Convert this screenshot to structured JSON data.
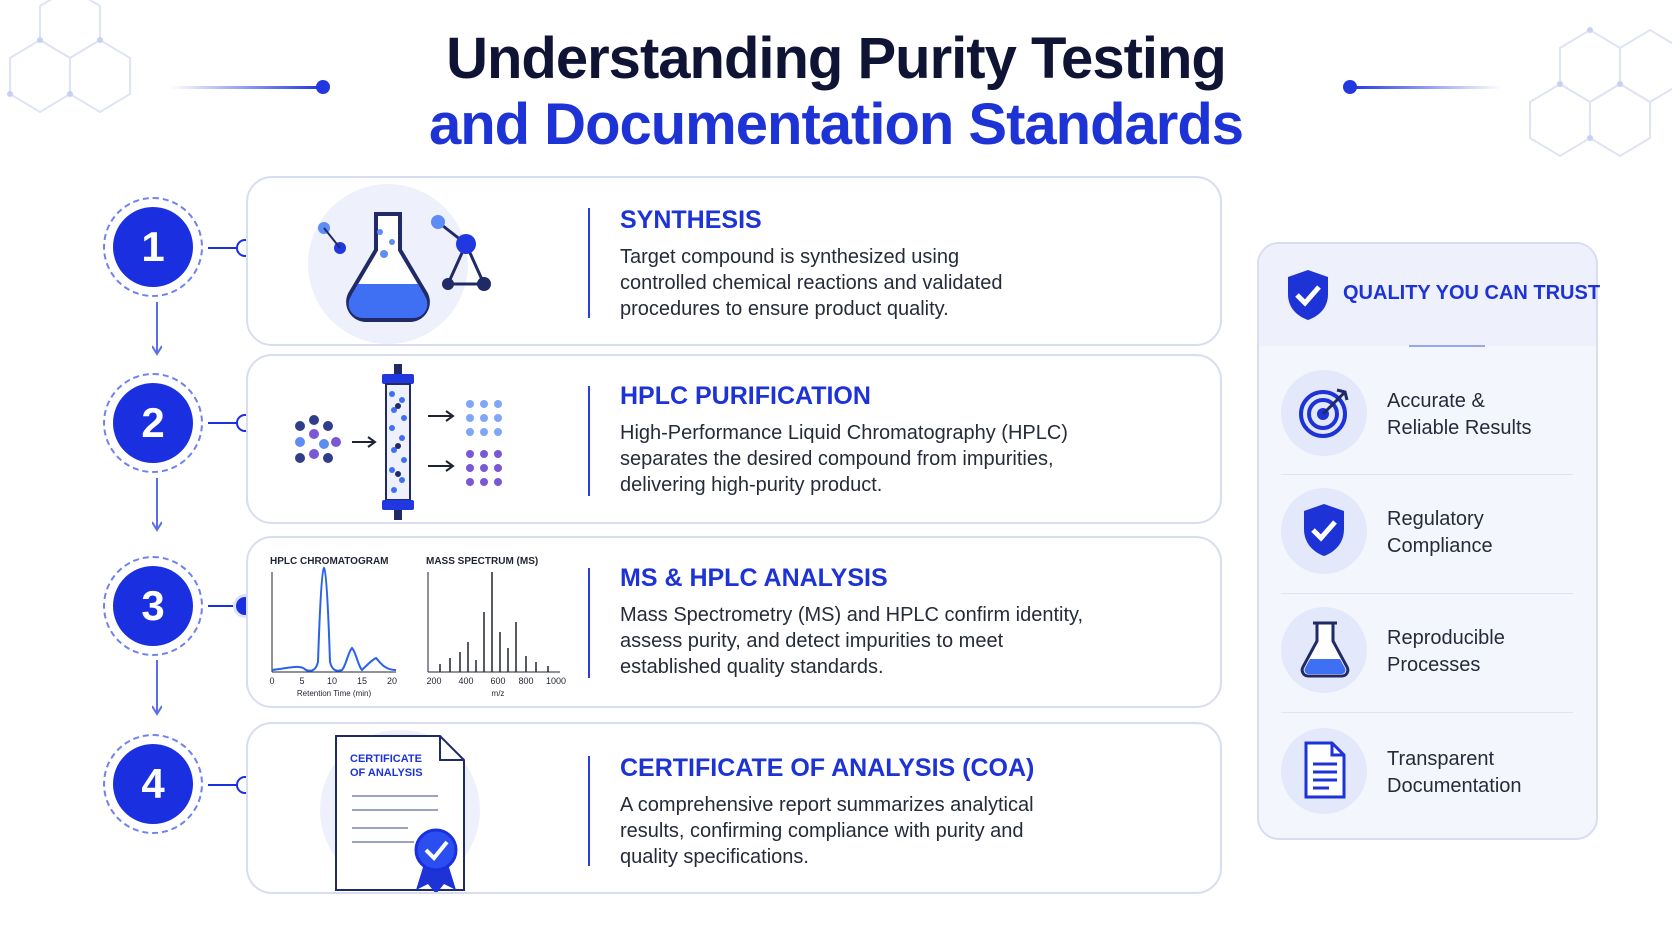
{
  "title": {
    "line1": "Understanding Purity Testing",
    "line2": "and Documentation Standards"
  },
  "colors": {
    "accent": "#1d33d6",
    "dark": "#0f1435",
    "card_border": "#d8ddf2",
    "panel_bg": "#f4f6fd"
  },
  "steps": [
    {
      "number": "1",
      "heading": "SYNTHESIS",
      "description": "Target compound is synthesized using controlled chemical reactions and validated procedures to ensure product quality.",
      "icon": "flask-molecule-icon"
    },
    {
      "number": "2",
      "heading": "HPLC PURIFICATION",
      "description": "High-Performance Liquid Chromatography (HPLC) separates the desired compound from impurities, delivering high-purity product.",
      "icon": "hplc-column-icon"
    },
    {
      "number": "3",
      "heading": "MS & HPLC ANALYSIS",
      "description": "Mass Spectrometry (MS) and HPLC confirm identity, assess purity, and detect impurities to meet established quality standards.",
      "icon": "spectrum-charts-icon",
      "mini_charts": {
        "chromatogram": {
          "title": "HPLC CHROMATOGRAM",
          "xlabel": "Retention Time (min)",
          "ticks": [
            "0",
            "5",
            "10",
            "15",
            "20"
          ]
        },
        "mass_spectrum": {
          "title": "MASS SPECTRUM (MS)",
          "xlabel": "m/z",
          "ticks": [
            "200",
            "400",
            "600",
            "800",
            "1000"
          ]
        }
      }
    },
    {
      "number": "4",
      "heading": "CERTIFICATE OF ANALYSIS (COA)",
      "description": "A comprehensive report summarizes analytical results, confirming compliance with purity and quality specifications.",
      "icon": "certificate-icon",
      "certificate_label_1": "CERTIFICATE",
      "certificate_label_2": "OF ANALYSIS"
    }
  ],
  "panel": {
    "title": "QUALITY YOU CAN TRUST",
    "icon": "shield-check-icon",
    "features": [
      {
        "line1": "Accurate &",
        "line2": "Reliable Results",
        "icon": "target-icon"
      },
      {
        "line1": "Regulatory",
        "line2": "Compliance",
        "icon": "shield-check-icon"
      },
      {
        "line1": "Reproducible",
        "line2": "Processes",
        "icon": "flask-icon"
      },
      {
        "line1": "Transparent",
        "line2": "Documentation",
        "icon": "document-icon"
      }
    ]
  }
}
